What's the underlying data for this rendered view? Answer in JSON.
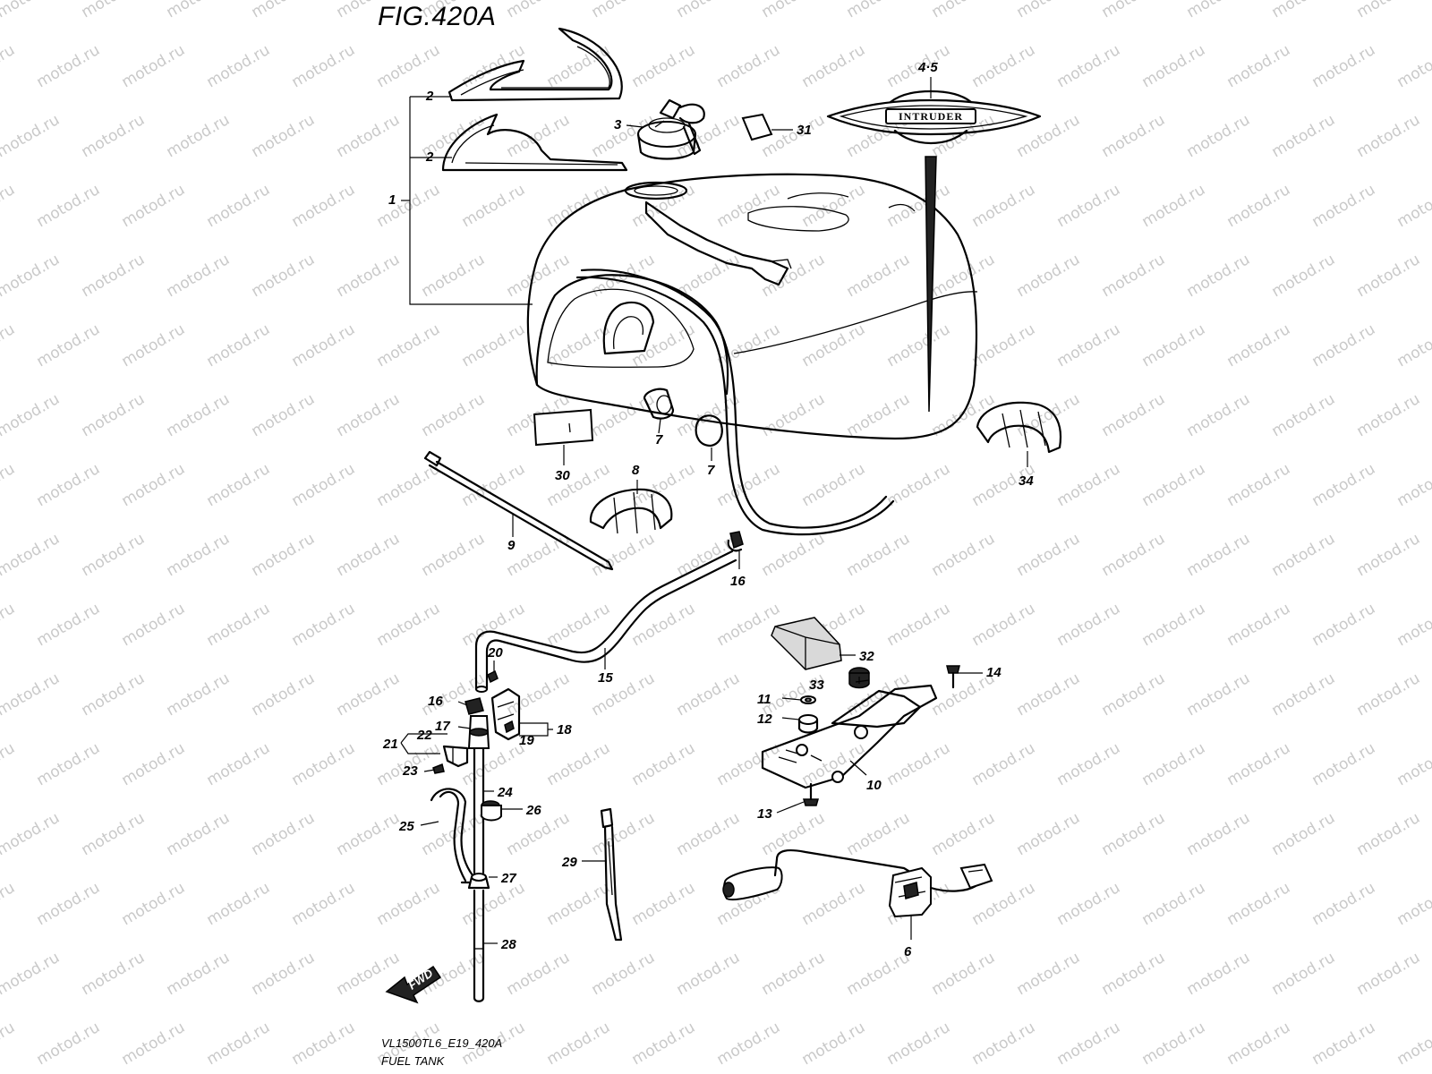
{
  "figure_title": "FIG.420A",
  "footer": {
    "model_code": "VL1500TL6_E19_420A",
    "section_name": "FUEL TANK"
  },
  "watermark_text": "motod.ru",
  "emblem_text": "INTRUDER",
  "fwd_arrow_text": "FWD",
  "callouts": {
    "p1": "1",
    "p2a": "2",
    "p2b": "2",
    "p3": "3",
    "p45": "4·5",
    "p31": "31",
    "p7a": "7",
    "p7b": "7",
    "p30": "30",
    "p8": "8",
    "p9": "9",
    "p34": "34",
    "p16a": "16",
    "p15": "15",
    "p32": "32",
    "p14": "14",
    "p20": "20",
    "p16b": "16",
    "p33": "33",
    "p11": "11",
    "p12": "12",
    "p17": "17",
    "p18": "18",
    "p19": "19",
    "p21": "21",
    "p22": "22",
    "p23": "23",
    "p10": "10",
    "p24": "24",
    "p26": "26",
    "p13": "13",
    "p25": "25",
    "p29": "29",
    "p27": "27",
    "p6": "6",
    "p28": "28"
  }
}
